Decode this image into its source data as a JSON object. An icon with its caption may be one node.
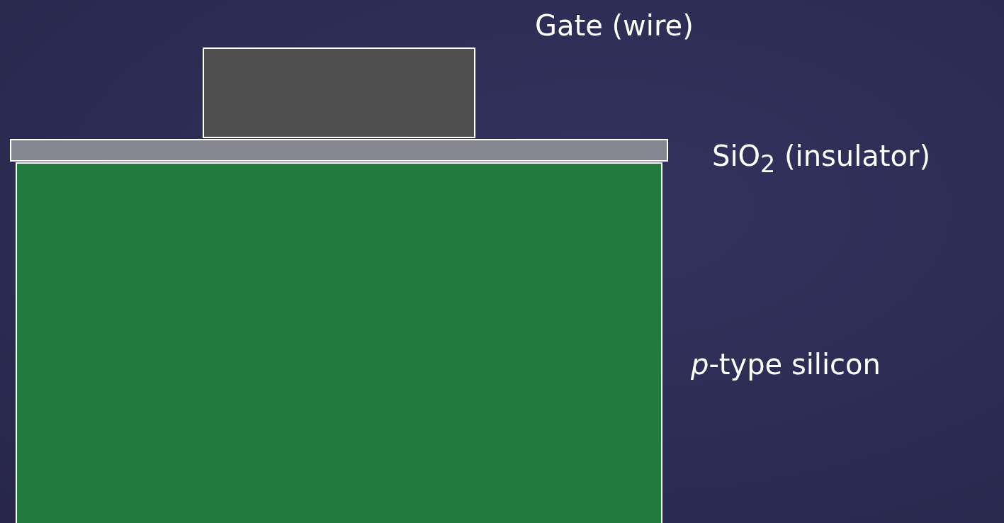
{
  "diagram": {
    "nodes": [
      {
        "text": [],
        "shape": "box",
        "beside": [
          "Gate (wire)"
        ]
      },
      {
        "text": [],
        "shape": "box",
        "beside": [
          "SiO$_{2}$ (insulator)"
        ]
      },
      {
        "text": [],
        "shape": "box",
        "beside": [
          "*p*-type silicon"
        ]
      }
    ],
    "edges": []
  }
}
